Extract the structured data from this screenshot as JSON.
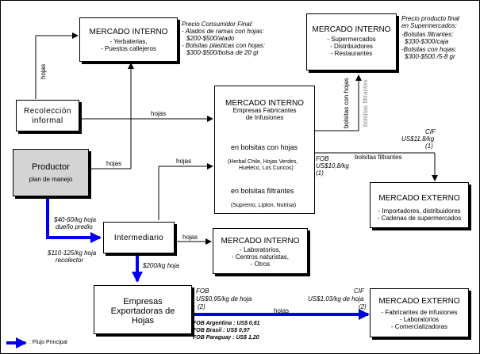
{
  "mi_top": {
    "title": "MERCADO INTERNO",
    "items": [
      "- Yerbaterias,",
      "- Puestos callejeros"
    ],
    "note": [
      "Precio Consumidor Final:",
      "- Atados de ramas con hojas:",
      "$200-$500/atado",
      "- Bolsitas plasticas con hojas:",
      "$300-$500/bolsa de 20 gr"
    ]
  },
  "mi_super": {
    "title": "MERCADO INTERNO",
    "items": [
      "- Supermercados",
      "- Distribuidores",
      "- Restaurantes"
    ],
    "note": [
      "Precio producto final",
      "en Supermercados:",
      "-Bolsitas filtrantes:",
      "$330-$300/caja",
      "-Bolsitas con hojas:",
      "$300-$500 /5-8 gr"
    ]
  },
  "recoleccion": {
    "label1": "Recolección",
    "label2": "informal"
  },
  "productor": {
    "label": "Productor",
    "sub": "plan de manejo"
  },
  "mi_fab": {
    "title": "MERCADO INTERNO",
    "sub1": "Empresas Fabricantes",
    "sub2": "de Infusiones",
    "hojas_label": "en bolsitas con hojas",
    "hojas_brands1": "(Herbal Chile, Hojas Verdes,",
    "hojas_brands2": "Hueleco, Los Cuncos)",
    "filt_label": "en bolsitas filtrantes",
    "filt_brands": "(Supremo, Lipton, Nutrisa)"
  },
  "intermediario": {
    "label": "Intermediario"
  },
  "mi_lab": {
    "title": "MERCADO INTERNO",
    "items": [
      "- Laboratorios,",
      "- Centros naturistas,",
      "- Otros"
    ]
  },
  "exportadoras": {
    "line1": "Empresas",
    "line2": "Exportadoras de",
    "line3": "Hojas"
  },
  "me_top": {
    "title": "MERCADO EXTERNO",
    "items": [
      "- Importadores, distribuidores",
      "- Cadenas de supermercados"
    ]
  },
  "me_bottom": {
    "title": "MERCADO EXTERNO",
    "items": [
      "- Fabricantes de infusiones",
      "- Laboratorios",
      "- Comercializadoras"
    ]
  },
  "labels": {
    "hojas": "hojas",
    "bolsitas_hojas": "bolsitas con hojas",
    "bolsitas_filtrantes": "bolsitas filtrantes",
    "cif1": "CIF",
    "cif1_price": "US$11,8/kg",
    "cif1_ref": "(1)",
    "fob1": "FOB",
    "fob1_price": "US$10,8/kg",
    "fob1_ref": "(1)",
    "prod_price1": "$40-60/kg hoja",
    "prod_price2": "dueño predio",
    "int_price1": "$110-125/kg hoja",
    "int_price2": "recolector",
    "exp_price": "$200/kg hoja",
    "fob2": "FOB",
    "fob2_price": "US$0,95/kg de hoja",
    "fob2_ref": "(2)",
    "cif2": "CIF",
    "cif2_price": "US$1,03/kg de hoja",
    "cif2_ref": "(2)",
    "fob_arg": "FOB Argentina : US$ 0,81",
    "fob_bra": "FOB Brasil : US$ 0,97",
    "fob_par": "FOB Paraguay : US$ 1,20"
  },
  "legend": {
    "label": ": Flujo Principal"
  },
  "colors": {
    "main_flow": "#0000ee",
    "productor_fill": "#d4d4d4"
  }
}
